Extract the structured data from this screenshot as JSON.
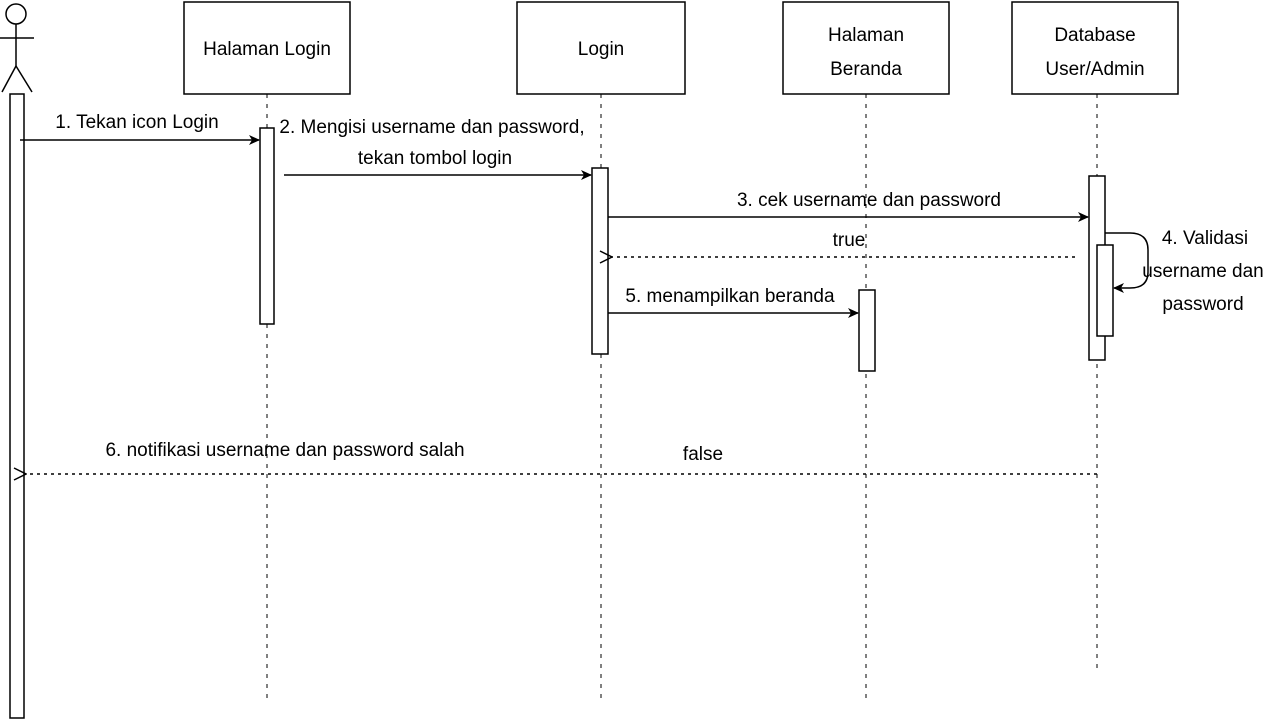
{
  "participants": {
    "halaman_login": "Halaman Login",
    "login": "Login",
    "halaman_beranda": [
      "Halaman",
      "Beranda"
    ],
    "database": [
      "Database",
      "User/Admin"
    ]
  },
  "messages": {
    "m1": "1. Tekan icon Login",
    "m2": [
      "2. Mengisi username dan password,",
      "tekan tombol login"
    ],
    "m3": "3. cek username dan password",
    "m3_return": "true",
    "m4": [
      "4. Validasi",
      "username dan",
      "password"
    ],
    "m5": "5. menampilkan beranda",
    "m6": "6. notifikasi username dan password salah",
    "m6_return": "false"
  }
}
